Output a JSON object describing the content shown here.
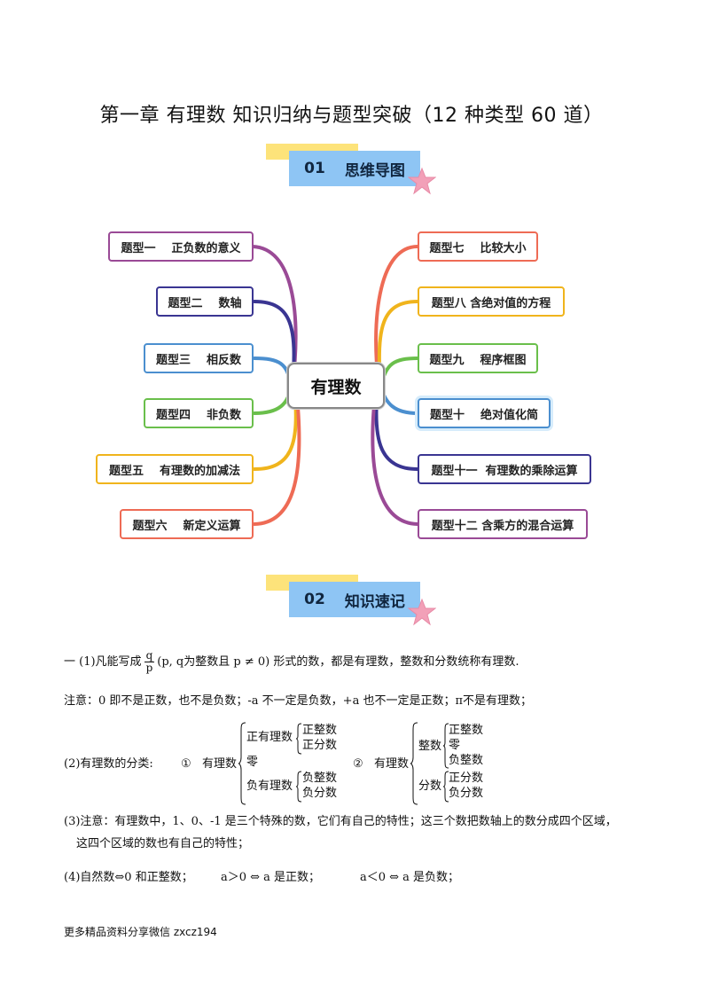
{
  "title": "第一章  有理数  知识归纳与题型突破（12 种类型 60 道）",
  "section1": {
    "num": "01",
    "label": "思维导图"
  },
  "section2": {
    "num": "02",
    "label": "知识速记"
  },
  "mindmap": {
    "center": "有理数",
    "left": [
      {
        "label": "题型一    正负数的意义",
        "color": "#9a4a96"
      },
      {
        "label": "题型二    数轴",
        "color": "#3a3592"
      },
      {
        "label": "题型三    相反数",
        "color": "#4b8fcf"
      },
      {
        "label": "题型四    非负数",
        "color": "#6abf4b"
      },
      {
        "label": "题型五    有理数的加减法",
        "color": "#f0b41c"
      },
      {
        "label": "题型六    新定义运算",
        "color": "#ee6b55"
      }
    ],
    "right": [
      {
        "label": "题型七    比较大小",
        "color": "#ee6b55"
      },
      {
        "label": "题型八 含绝对值的方程",
        "color": "#f0b41c"
      },
      {
        "label": "题型九    程序框图",
        "color": "#6abf4b"
      },
      {
        "label": "题型十    绝对值化简",
        "color": "#4b8fcf"
      },
      {
        "label": "题型十一  有理数的乘除运算",
        "color": "#3a3592"
      },
      {
        "label": "题型十二 含乘方的混合运算",
        "color": "#9a4a96"
      }
    ]
  },
  "notes": {
    "line1_prefix": "一  (1)凡能写成",
    "frac_num": "q",
    "frac_den": "p",
    "line1_suffix": "(p, q为整数且 p ≠ 0) 形式的数，都是有理数，整数和分数统称有理数.",
    "line2": "注意：0 即不是正数，也不是负数；-a 不一定是负数，+a 也不一定是正数；π不是有理数；",
    "classify_label": "(2)有理数的分类:",
    "c1_mark": "①",
    "c1_root": "有理数",
    "c1_pos": "正有理数",
    "c1_pos_int": "正整数",
    "c1_pos_frac": "正分数",
    "c1_zero": "零",
    "c1_neg": "负有理数",
    "c1_neg_int": "负整数",
    "c1_neg_frac": "负分数",
    "c2_mark": "②",
    "c2_root": "有理数",
    "c2_int": "整数",
    "c2_int_pos": "正整数",
    "c2_int_zero": "零",
    "c2_int_neg": "负整数",
    "c2_frac": "分数",
    "c2_frac_pos": "正分数",
    "c2_frac_neg": "负分数",
    "line3a": "(3)注意：有理数中，1、0、-1 是三个特殊的数，它们有自己的特性；这三个数把数轴上的数分成四个区域，",
    "line3b": "这四个区域的数也有自己的特性；",
    "line4a": "(4)自然数⇔0 和正整数；",
    "line4b": "a＞0 ⇔ a 是正数；",
    "line4c": "a＜0 ⇔ a 是负数；"
  },
  "footer": "更多精品资料分享微信 zxcz194"
}
